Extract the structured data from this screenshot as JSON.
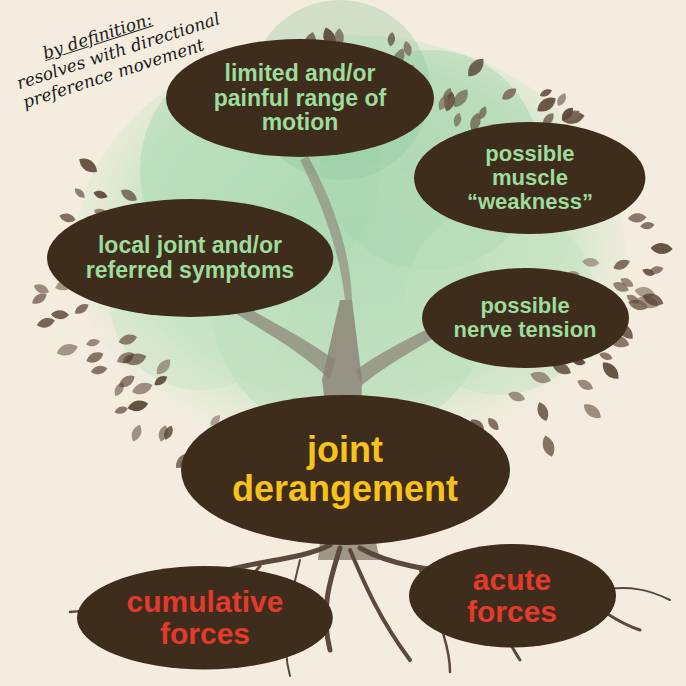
{
  "diagram": {
    "nodes": [
      {
        "text": [
          "limited and/or painful range of motion"
        ]
      },
      {
        "text": [
          "possible muscle “weakness”"
        ]
      },
      {
        "text": [
          "local joint and/or referred symptoms"
        ]
      },
      {
        "text": [
          "possible nerve tension"
        ]
      },
      {
        "text": [
          "joint derangement"
        ]
      },
      {
        "text": [
          "cumulative forces"
        ]
      },
      {
        "text": [
          "acute forces"
        ]
      }
    ],
    "labels": [
      "by definition:",
      "resolves with directional preference movement"
    ]
  }
}
